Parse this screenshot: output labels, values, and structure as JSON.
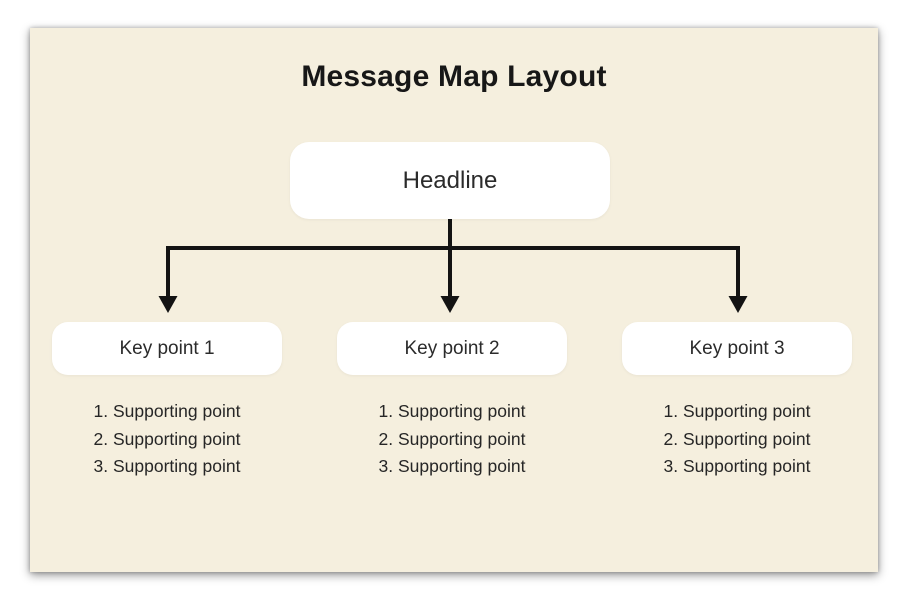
{
  "title": "Message Map Layout",
  "headline": {
    "label": "Headline"
  },
  "key_points": [
    {
      "label": "Key point 1",
      "supporting": [
        "1. Supporting point",
        "2. Supporting point",
        "3. Supporting point"
      ]
    },
    {
      "label": "Key point 2",
      "supporting": [
        "1. Supporting point",
        "2. Supporting point",
        "3. Supporting point"
      ]
    },
    {
      "label": "Key point 3",
      "supporting": [
        "1. Supporting point",
        "2. Supporting point",
        "3. Supporting point"
      ]
    }
  ],
  "colors": {
    "page_bg": "#ffffff",
    "card_bg": "#f5efde",
    "node_bg": "#ffffff",
    "text": "#262626",
    "title_text": "#171717",
    "connector": "#131313"
  }
}
